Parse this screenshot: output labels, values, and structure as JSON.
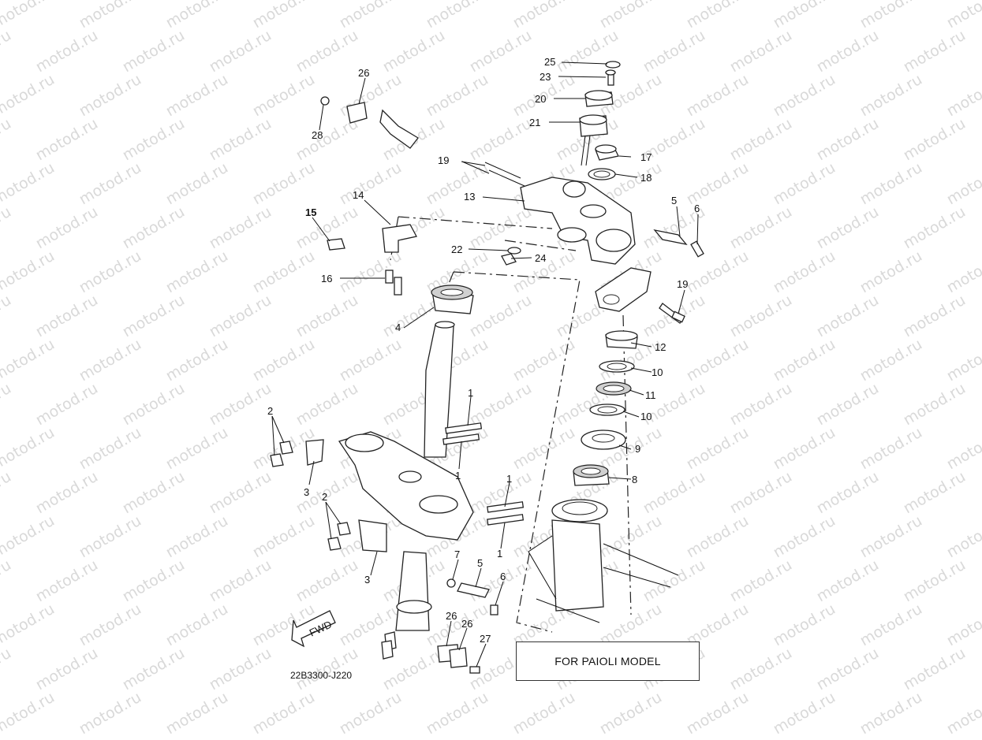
{
  "watermark": "motod.ru",
  "figure_code": "22B3300-J220",
  "note_box": "FOR PAIOLI MODEL",
  "direction_arrow": "FWD",
  "callouts": [
    "25",
    "23",
    "20",
    "21",
    "17",
    "18",
    "19",
    "13",
    "26",
    "28",
    "14",
    "15",
    "22",
    "24",
    "5",
    "6",
    "16",
    "4",
    "19",
    "12",
    "10",
    "11",
    "10",
    "9",
    "8",
    "1",
    "2",
    "1",
    "3",
    "2",
    "1",
    "3",
    "1",
    "7",
    "5",
    "6",
    "26",
    "26",
    "27"
  ]
}
